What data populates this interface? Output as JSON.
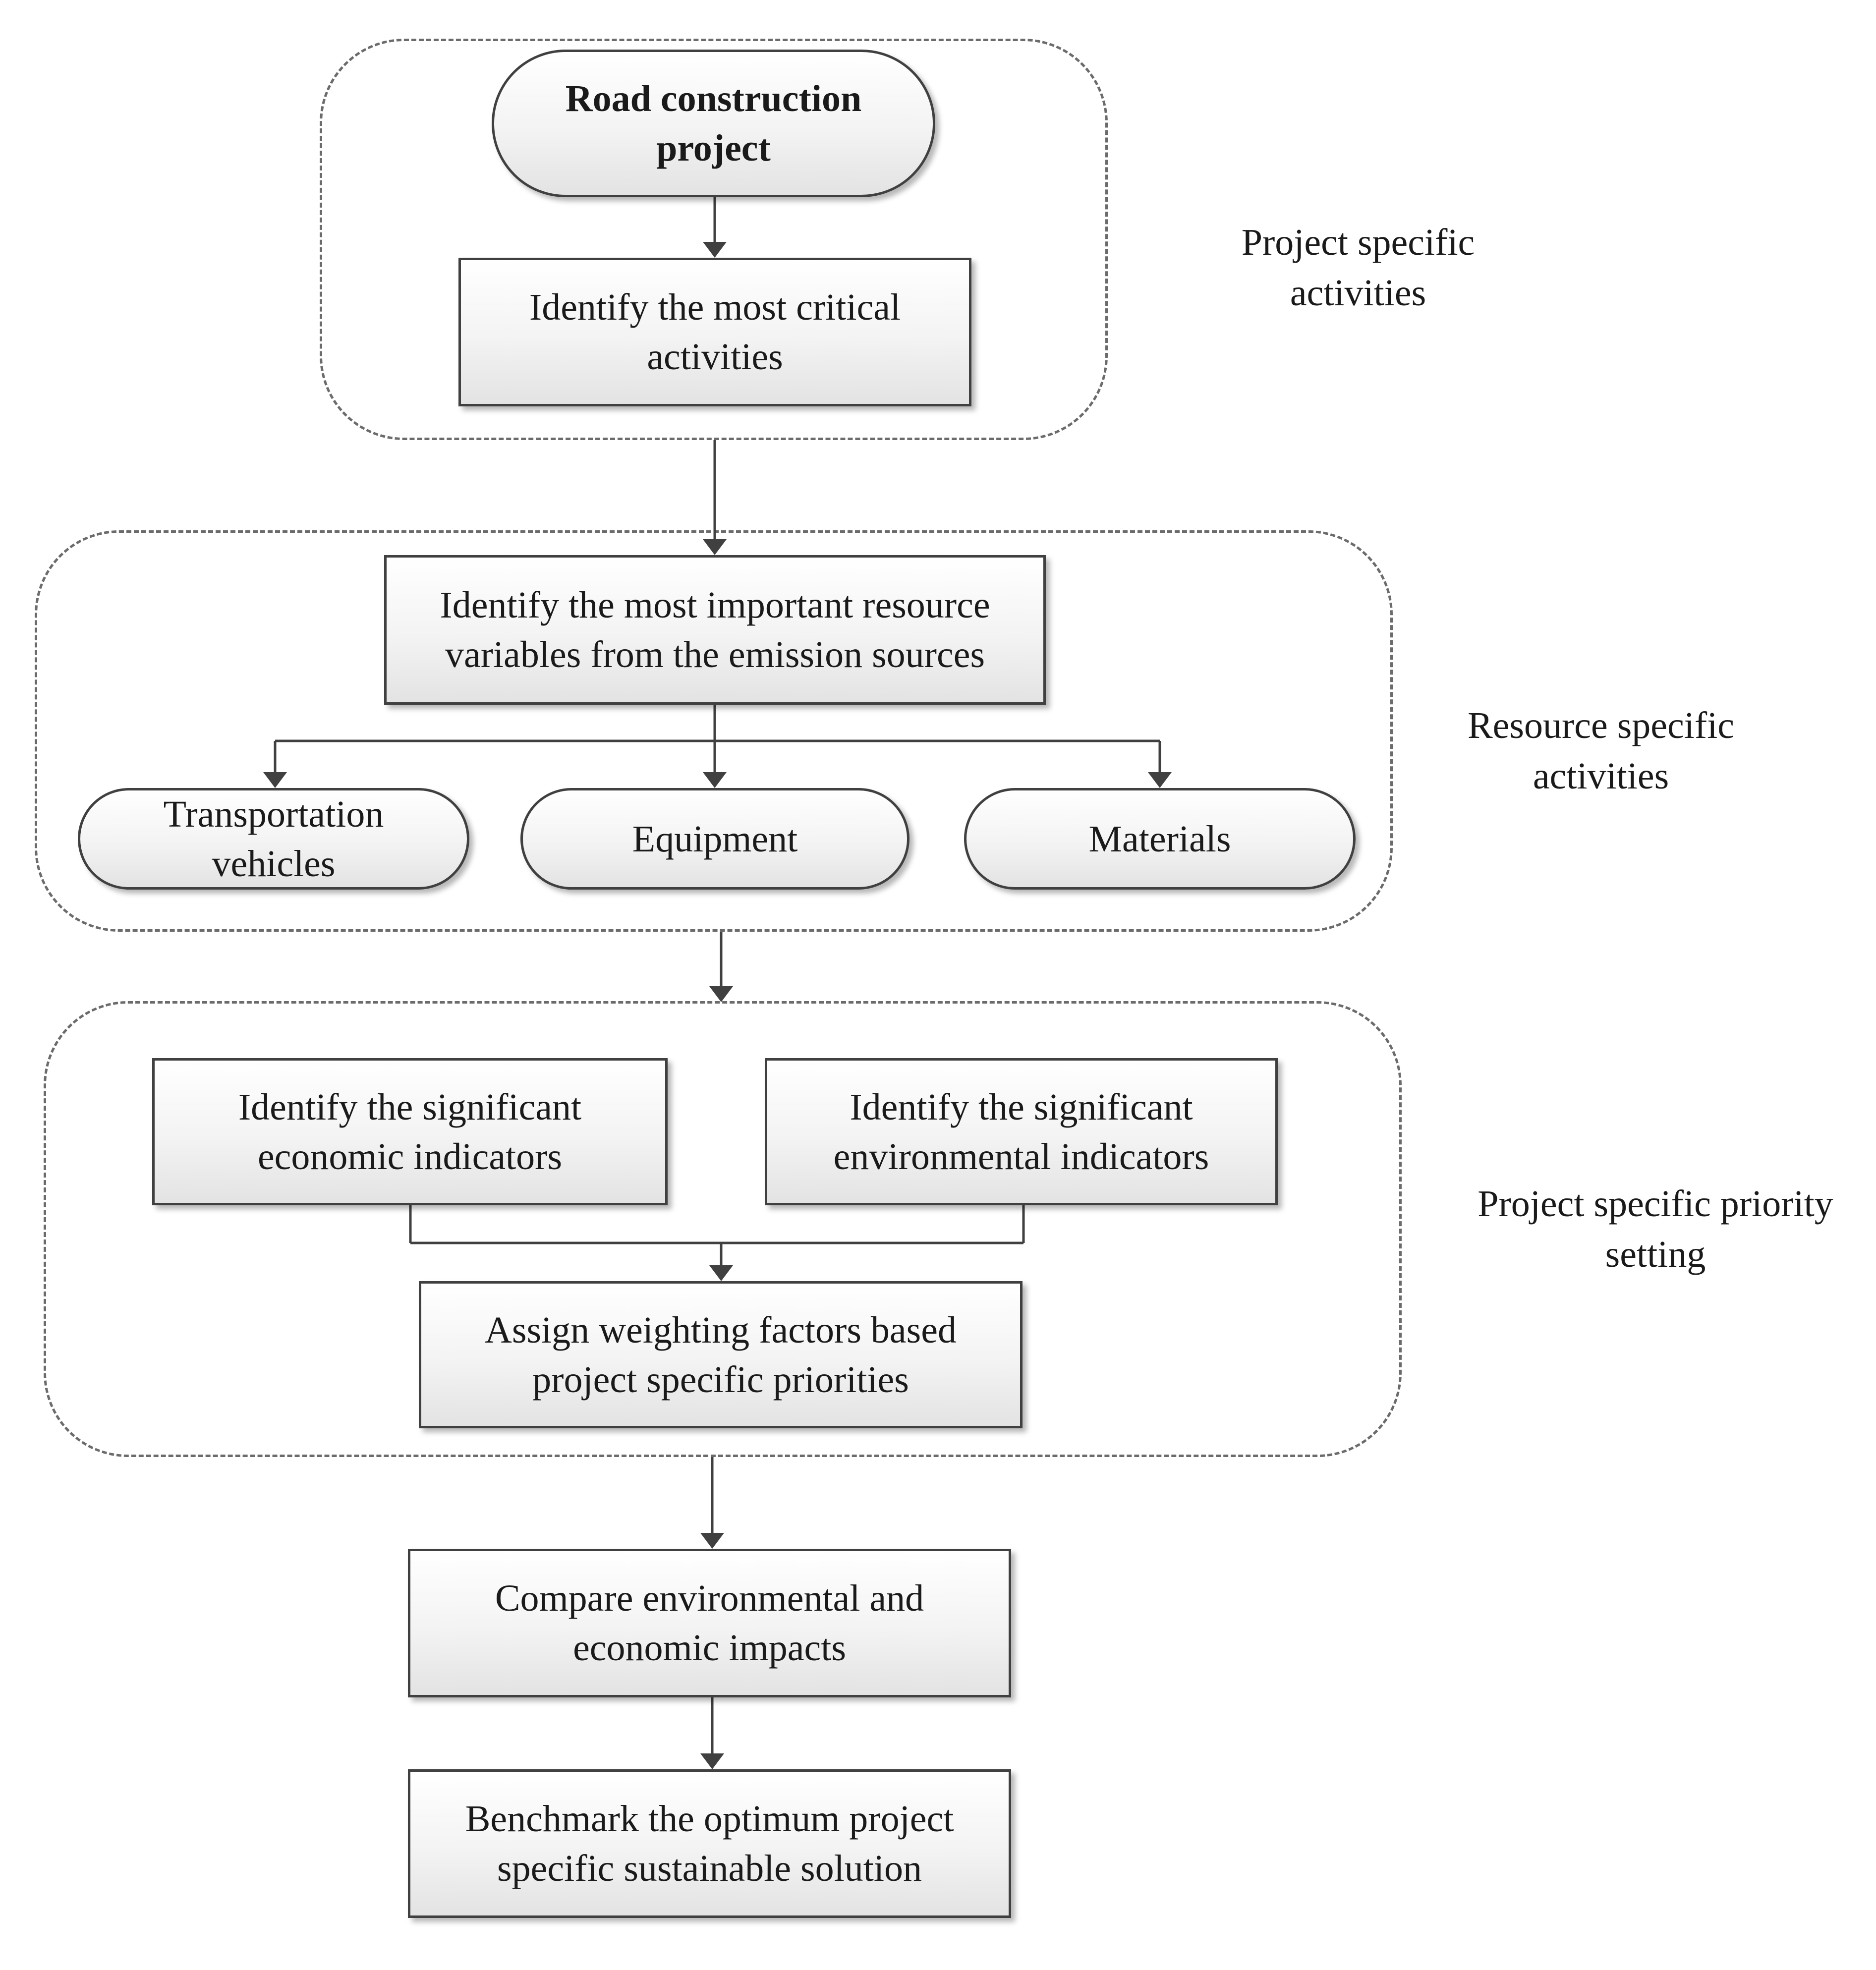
{
  "groups": [
    {
      "label": "Project specific\nactivities"
    },
    {
      "label": "Resource specific\nactivities"
    },
    {
      "label": "Project specific priority\nsetting"
    }
  ],
  "nodes": {
    "road_construction_project": "Road construction project",
    "identify_critical_activities": "Identify the most critical activities",
    "identify_resource_variables": "Identify the most important resource variables from the emission sources",
    "transportation_vehicles": "Transportation vehicles",
    "equipment": "Equipment",
    "materials": "Materials",
    "economic_indicators": "Identify the significant economic indicators",
    "environmental_indicators": "Identify the significant environmental indicators",
    "assign_weighting": "Assign weighting factors based project specific priorities",
    "compare_impacts": "Compare environmental and economic impacts",
    "benchmark_solution": "Benchmark the optimum project specific sustainable solution"
  },
  "connectors": [
    {
      "from": "road_construction_project",
      "to": "identify_critical_activities"
    },
    {
      "from": "identify_critical_activities",
      "to": "identify_resource_variables"
    },
    {
      "from": "identify_resource_variables",
      "to": "transportation_vehicles"
    },
    {
      "from": "identify_resource_variables",
      "to": "equipment"
    },
    {
      "from": "identify_resource_variables",
      "to": "materials"
    },
    {
      "from": "resource_specific_group",
      "to": "priority_setting_group"
    },
    {
      "from": "economic_indicators",
      "to": "assign_weighting"
    },
    {
      "from": "environmental_indicators",
      "to": "assign_weighting"
    },
    {
      "from": "priority_setting_group",
      "to": "compare_impacts"
    },
    {
      "from": "compare_impacts",
      "to": "benchmark_solution"
    }
  ],
  "colors": {
    "line": "#404040",
    "dashed_border": "#6b6b6b",
    "node_fill_top": "#ffffff",
    "node_fill_bottom": "#e3e3e3"
  }
}
